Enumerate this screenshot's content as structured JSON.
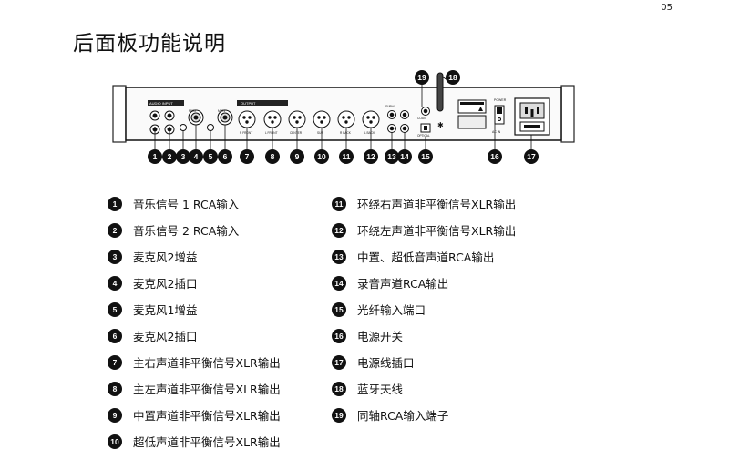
{
  "page": {
    "number": "05",
    "title": "后面板功能说明"
  },
  "panel": {
    "section_labels": [
      "AUDIO INPUT",
      "OUTPUT"
    ],
    "connector_labels": [
      "MIC2",
      "MIC1",
      "SUBW",
      "R FRONT",
      "L FRONT",
      "CENTER",
      "SUB",
      "R BACK",
      "L BACK",
      "OPTICAL",
      "COAX",
      "POWER",
      "AC IN"
    ],
    "callouts": [
      "1",
      "2",
      "3",
      "4",
      "5",
      "6",
      "7",
      "8",
      "9",
      "10",
      "11",
      "12",
      "13",
      "14",
      "15",
      "16",
      "17",
      "18",
      "19"
    ]
  },
  "legend_left": [
    {
      "num": "1",
      "text": "音乐信号 1 RCA输入"
    },
    {
      "num": "2",
      "text": "音乐信号 2 RCA输入"
    },
    {
      "num": "3",
      "text": "麦克风2增益"
    },
    {
      "num": "4",
      "text": "麦克风2插口"
    },
    {
      "num": "5",
      "text": "麦克风1增益"
    },
    {
      "num": "6",
      "text": "麦克风2插口"
    },
    {
      "num": "7",
      "text": "主右声道非平衡信号XLR输出"
    },
    {
      "num": "8",
      "text": "主左声道非平衡信号XLR输出"
    },
    {
      "num": "9",
      "text": "中置声道非平衡信号XLR输出"
    },
    {
      "num": "10",
      "text": "超低声道非平衡信号XLR输出"
    }
  ],
  "legend_right": [
    {
      "num": "11",
      "text": "环绕右声道非平衡信号XLR输出"
    },
    {
      "num": "12",
      "text": "环绕左声道非平衡信号XLR输出"
    },
    {
      "num": "13",
      "text": "中置、超低音声道RCA输出"
    },
    {
      "num": "14",
      "text": "录音声道RCA输出"
    },
    {
      "num": "15",
      "text": "光纤输入端口"
    },
    {
      "num": "16",
      "text": "电源开关"
    },
    {
      "num": "17",
      "text": "电源线插口"
    },
    {
      "num": "18",
      "text": "蓝牙天线"
    },
    {
      "num": "19",
      "text": "同轴RCA输入端子"
    }
  ]
}
